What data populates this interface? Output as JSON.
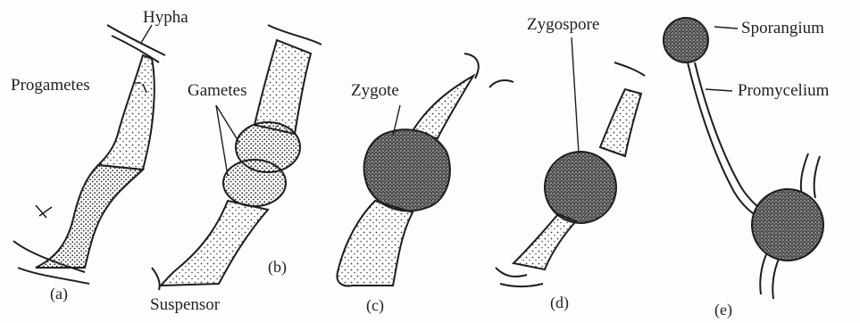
{
  "labels": {
    "hypha": "Hypha",
    "progametes": "Progametes",
    "gametes": "Gametes",
    "zygote": "Zygote",
    "zygospore": "Zygospore",
    "sporangium": "Sporangium",
    "promycelium": "Promycelium",
    "suspensor": "Suspensor"
  },
  "panels": {
    "a": "(a)",
    "b": "(b)",
    "c": "(c)",
    "d": "(d)",
    "e": "(e)"
  },
  "colors": {
    "ink": "#1e1e1e",
    "stipple": "#3a3a3a",
    "background": "#fdfdfd"
  }
}
